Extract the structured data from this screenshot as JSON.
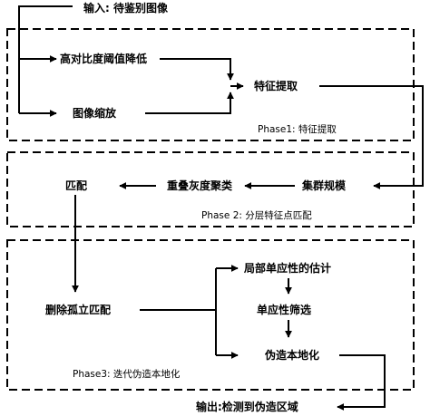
{
  "diagram": {
    "input_label": "输入: 待鉴别图像",
    "output_label": "输出:检测到伪造区域",
    "phase1": {
      "title": "Phase1: 特征提取",
      "node_contrast": "高对比度阈值降低",
      "node_scale": "图像缩放",
      "node_extract": "特征提取"
    },
    "phase2": {
      "title": "Phase 2: 分层特征点匹配",
      "node_cluster": "集群规模",
      "node_overlap": "重叠灰度聚类",
      "node_match": "匹配"
    },
    "phase3": {
      "title": "Phase3: 迭代伪造本地化",
      "node_remove": "删除孤立匹配",
      "node_local_est": "局部单应性的估计",
      "node_filter": "单应性筛选",
      "node_localize": "伪造本地化"
    }
  }
}
